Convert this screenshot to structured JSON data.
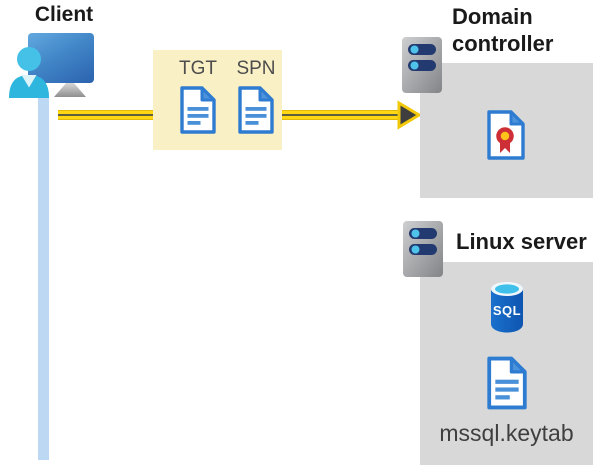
{
  "client": {
    "label": "Client",
    "icons": [
      "user-icon",
      "monitor-icon"
    ]
  },
  "connection": {
    "tickets": [
      {
        "label": "TGT",
        "icon": "document-icon"
      },
      {
        "label": "SPN",
        "icon": "document-icon"
      }
    ],
    "arrow_direction": "right"
  },
  "domain_controller": {
    "label": "Domain controller",
    "icons": [
      "server-icon",
      "certificate-icon"
    ]
  },
  "linux_server": {
    "label": "Linux server",
    "database_label": "SQL",
    "keytab_label": "mssql.keytab",
    "icons": [
      "server-icon",
      "sql-database-icon",
      "document-icon"
    ]
  },
  "colors": {
    "highlight_yellow": "#faf0c6",
    "panel_gray": "#d8d8d8",
    "arrow_yellow": "#ffd712",
    "arrow_core": "#60603f",
    "arrowhead_gray": "#3e3e3e",
    "doc_border_blue": "#2e7cd1",
    "doc_line_blue": "#4a90d9",
    "sql_blue": "#1263be",
    "cyan_accent": "#3fbee8",
    "client_line_blue": "#bdd8f2",
    "ribbon_red": "#ce2e36",
    "ribbon_yellow": "#ffc21a",
    "monitor_blue": "#2b62ae"
  }
}
